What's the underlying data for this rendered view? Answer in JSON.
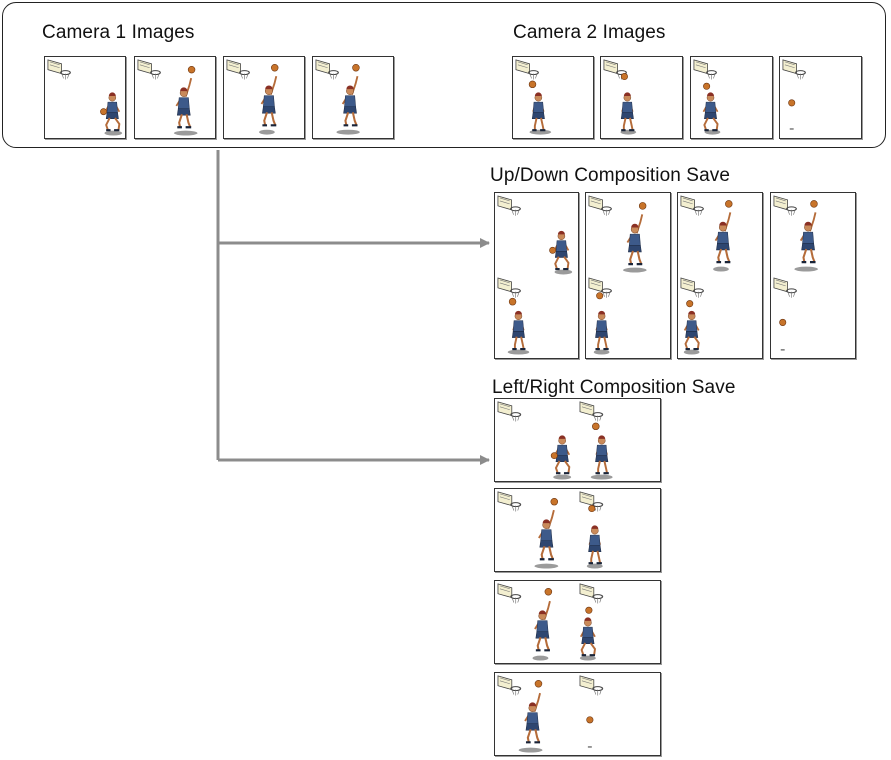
{
  "camera1": {
    "title": "Camera 1 Images"
  },
  "camera2": {
    "title": "Camera 2 Images"
  },
  "updown": {
    "title": "Up/Down Composition Save"
  },
  "leftright": {
    "title": "Left/Right Composition Save"
  },
  "colors": {
    "arrow": "#8c8c8c",
    "border": "#333333",
    "ball": "#c8742a",
    "jersey": "#3d5a8a",
    "shadow": "#9b9b9b"
  },
  "icons": {
    "frame_content": "basketball-player-icon",
    "hoop": "basketball-hoop-icon"
  }
}
